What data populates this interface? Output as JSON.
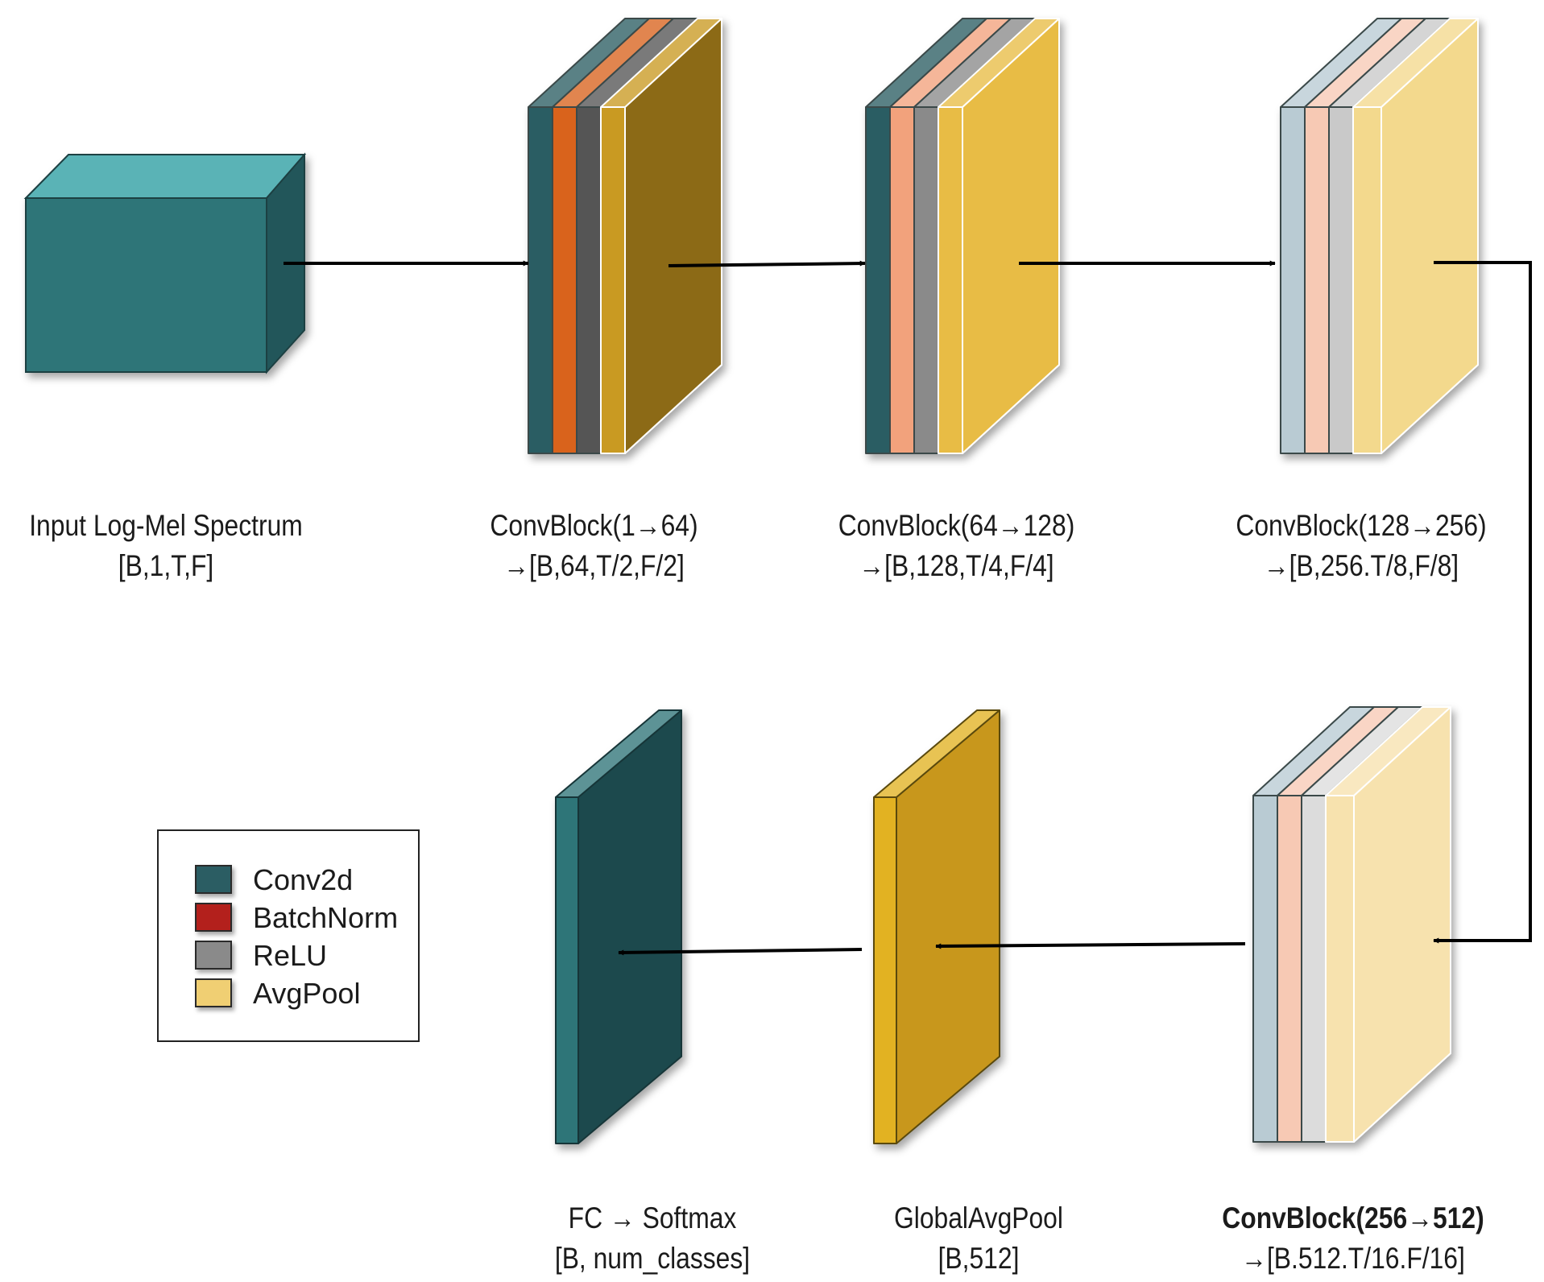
{
  "nodes": {
    "input": {
      "title": "Input Log-Mel Spectrum",
      "shape": "[B,1,T,F]"
    },
    "block1": {
      "title": "ConvBlock(1→64)",
      "shape": "→[B,64,T/2,F/2]"
    },
    "block2": {
      "title": "ConvBlock(64→128)",
      "shape": "→[B,128,T/4,F/4]"
    },
    "block3": {
      "title": "ConvBlock(128→256)",
      "shape": "→[B,256.T/8,F/8]"
    },
    "block4": {
      "title": "ConvBlock(256→512)",
      "shape": "→[B.512.T/16.F/16]"
    },
    "gap": {
      "title": "GlobalAvgPool",
      "shape": "[B,512]"
    },
    "fc": {
      "title": "FC → Softmax",
      "shape": "[B, num_classes]"
    }
  },
  "legend": {
    "items": [
      {
        "label": "Conv2d",
        "color": "#2b5d63"
      },
      {
        "label": "BatchNorm",
        "color": "#b3201c"
      },
      {
        "label": "ReLU",
        "color": "#8a8a8a"
      },
      {
        "label": "AvgPool",
        "color": "#f0cf73"
      }
    ]
  },
  "colors": {
    "conv_dark": "#2b5d63",
    "conv_light": "#b9cbd3",
    "bn_dark": "#d9631e",
    "bn_mid": "#f2a27c",
    "bn_light": "#f7c9b4",
    "relu_dark": "#555555",
    "relu_mid": "#8a8a8a",
    "relu_light": "#c9c9c9",
    "pool_dark": "#8c6a14",
    "pool_mid": "#e8bc45",
    "pool_light": "#f3d98d",
    "pool_pale": "#f7e2ae",
    "input_front": "#2f7478",
    "input_top": "#5ab3b6",
    "fc": "#1f4a4e",
    "gap": "#c8971c",
    "arrow": "#000000"
  }
}
